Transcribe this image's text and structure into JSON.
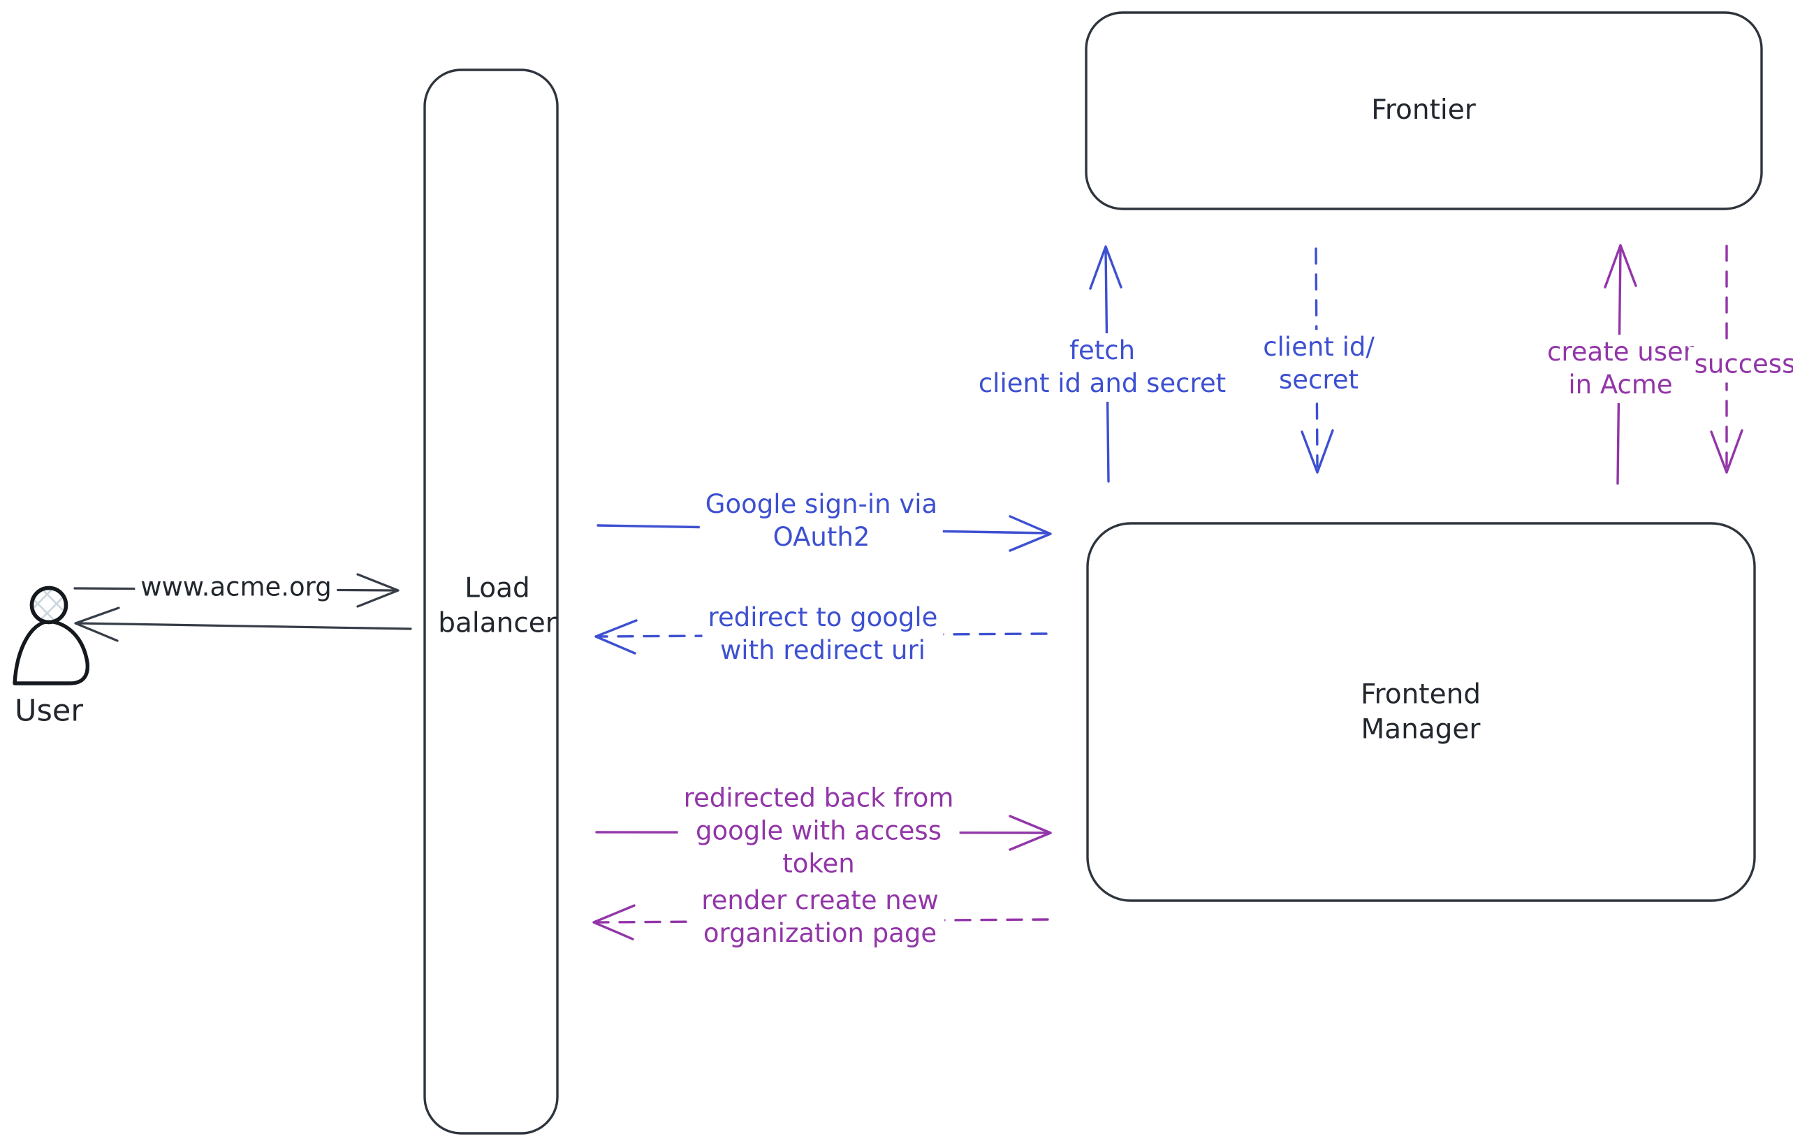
{
  "colors": {
    "blue": "#3d50d1",
    "purple": "#9236a8",
    "ink": "#363d47",
    "text_dark": "#22272e",
    "hatch": "#ccd6de",
    "background": "#ffffff"
  },
  "nodes": {
    "user": {
      "label": "User"
    },
    "load_balancer": {
      "lines": [
        "Load",
        "balancer"
      ]
    },
    "frontier": {
      "label": "Frontier"
    },
    "frontend_manager": {
      "lines": [
        "Frontend",
        "Manager"
      ]
    }
  },
  "messages": {
    "www_acme": {
      "label": "www.acme.org"
    },
    "google_signin": {
      "lines": [
        "Google sign-in via",
        "OAuth2"
      ]
    },
    "redirect_google": {
      "lines": [
        "redirect to google",
        "with redirect uri"
      ]
    },
    "redirected_back": {
      "lines": [
        "redirected back from",
        "google with access",
        "token"
      ]
    },
    "render_org_page": {
      "lines": [
        "render create new",
        "organization page"
      ]
    },
    "fetch_client": {
      "lines": [
        "fetch",
        "client id and secret"
      ]
    },
    "client_id_secret": {
      "lines": [
        "client id/",
        "secret"
      ]
    },
    "create_user": {
      "lines": [
        "create user",
        "in Acme"
      ]
    },
    "success": {
      "label": "success"
    }
  }
}
